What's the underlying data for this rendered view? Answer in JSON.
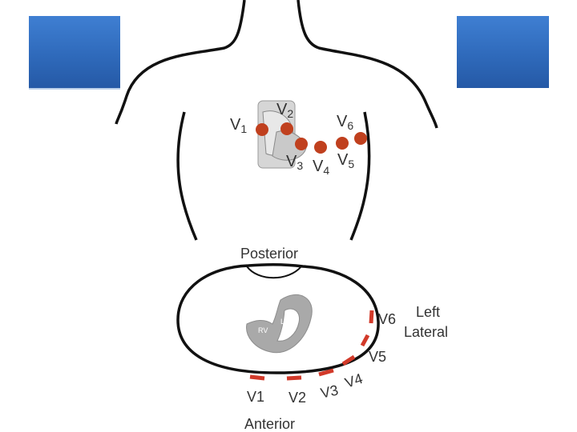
{
  "top_view": {
    "leads": [
      {
        "name": "V",
        "sub": "1"
      },
      {
        "name": "V",
        "sub": "2"
      },
      {
        "name": "V",
        "sub": "3"
      },
      {
        "name": "V",
        "sub": "4"
      },
      {
        "name": "V",
        "sub": "5"
      },
      {
        "name": "V",
        "sub": "6"
      }
    ]
  },
  "cross_section": {
    "posterior_label": "Posterior",
    "anterior_label": "Anterior",
    "left_lateral_label": [
      "Left",
      "Lateral"
    ],
    "rv_label": "RV",
    "lv_label": "LV",
    "leads": [
      "V1",
      "V2",
      "V3",
      "V4",
      "V5",
      "V6"
    ]
  },
  "colors": {
    "electrode": "#c0401e",
    "outline": "#111111",
    "heart": "#a9a9a9",
    "box": "#3373c8"
  }
}
